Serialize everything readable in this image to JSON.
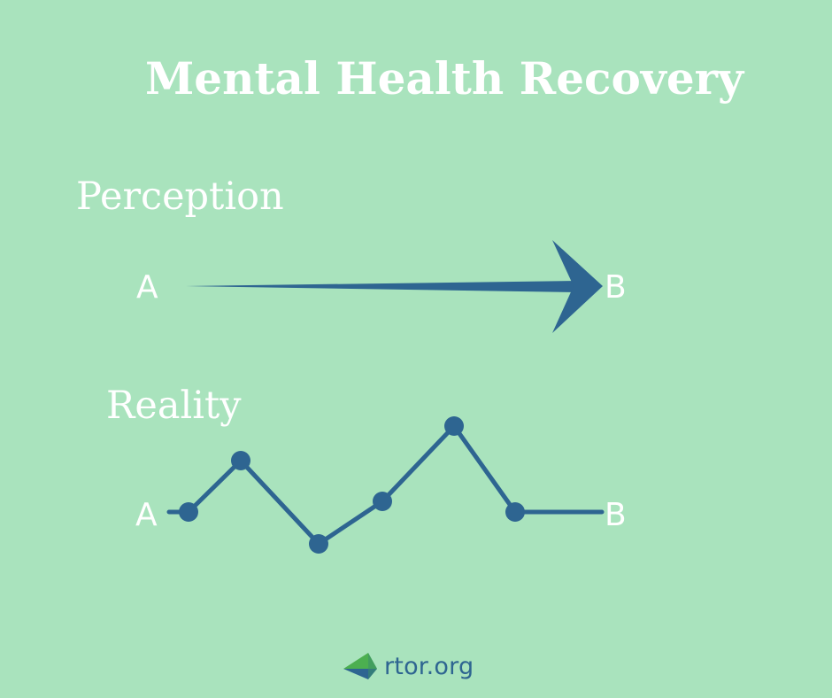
{
  "title": "Mental Health Recovery",
  "perception": {
    "label": "Perception",
    "start": "A",
    "end": "B"
  },
  "reality": {
    "label": "Reality",
    "start": "A",
    "end": "B"
  },
  "logo": {
    "text": "rtor.org",
    "icon": "rtor-logo-mark"
  },
  "colors": {
    "background": "#a9e3bd",
    "diagram": "#2e6591",
    "text": "#ffffff",
    "logo_green": "#4caf50",
    "logo_blue": "#2e6591"
  }
}
